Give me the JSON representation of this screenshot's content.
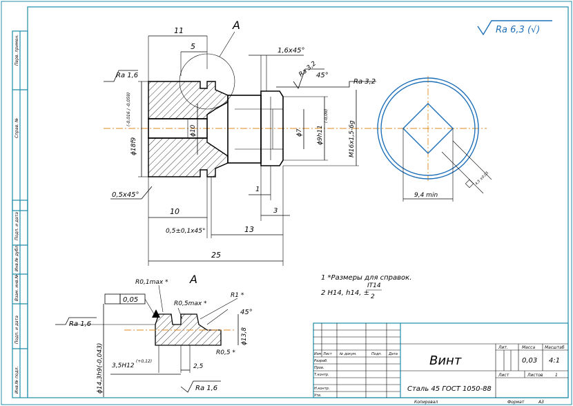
{
  "section_label": "A",
  "detail_label": "A",
  "roughness_general": "Ra 6,3 (√)",
  "ra16": "Ra 1,6",
  "ra32": "Ra 3,2",
  "dims": {
    "d11": "11",
    "d5": "5",
    "d10": "10",
    "d05chamfer_tol": "0,5±0,1x45°",
    "d13": "13",
    "d25": "25",
    "d1": "1",
    "d3": "3",
    "chamfer16": "1,6x45°",
    "chamfer05": "0,5x45°",
    "ang45": "45°",
    "diam18": "ϕ18f9",
    "diam18_tol": "(-0,016 / -0,059)",
    "diam10": "ϕ10",
    "diam7": "ϕ7",
    "diam9h11": "ϕ9h11",
    "diam9h11_tol": "(-0,09)",
    "thread": "M16x1,5-6g",
    "flat94": "9,4 min",
    "square_tol": "4,5 ±0,05",
    "r01": "R0,1max *",
    "r05max": "R0,5max *",
    "r1": "R1 *",
    "r05": "R0,5 *",
    "ang45b": "45°",
    "d138": "ϕ13,8",
    "groove": "3,5H12",
    "groove_tol": "(+0,12)",
    "d25b": "2,5",
    "diam143": "ϕ14,3h9(-0,043)",
    "flatness": "0,05"
  },
  "notes": {
    "n1": "1  *Размеры для справок.",
    "n2_prefix": "2  H14, h14, ±",
    "n2_num": "IT14",
    "n2_den": "2"
  },
  "title_block": {
    "part_name": "Винт",
    "material": "Сталь 45  ГОСТ 1050-88",
    "mass": "0,03",
    "scale": "4:1",
    "lit_header": "Лит.",
    "mass_header": "Масса",
    "scale_header": "Масштаб",
    "sheet_label": "Лист",
    "sheets_label": "Листов",
    "sheets_count": "1",
    "rows": [
      "Изм",
      "Лист",
      "№ докум.",
      "Подп.",
      "Дата"
    ],
    "roles": [
      "Разраб.",
      "Пров.",
      "Т.контр.",
      "",
      "Н.контр.",
      "Утв."
    ],
    "copied": "Копировал",
    "format": "Формат",
    "format_value": "A3"
  },
  "side_stamps": [
    "Перв. примен.",
    "Справ. №",
    "Подп. и дата",
    "Инв.№ дубл.",
    "Взам. инв.№",
    "Подп. и дата",
    "Инв.№ подл."
  ]
}
